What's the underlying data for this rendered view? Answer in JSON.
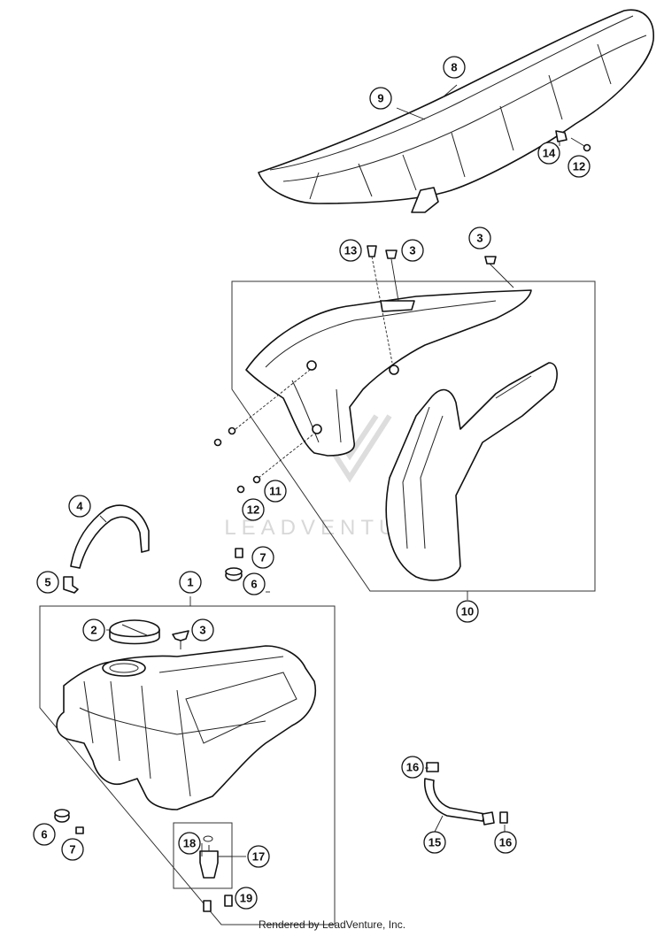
{
  "callouts": [
    {
      "label": "1"
    },
    {
      "label": "2"
    },
    {
      "label": "3"
    },
    {
      "label": "3"
    },
    {
      "label": "3"
    },
    {
      "label": "4"
    },
    {
      "label": "5"
    },
    {
      "label": "6"
    },
    {
      "label": "6"
    },
    {
      "label": "7"
    },
    {
      "label": "7"
    },
    {
      "label": "8"
    },
    {
      "label": "9"
    },
    {
      "label": "10"
    },
    {
      "label": "11"
    },
    {
      "label": "12"
    },
    {
      "label": "12"
    },
    {
      "label": "13"
    },
    {
      "label": "14"
    },
    {
      "label": "15"
    },
    {
      "label": "16"
    },
    {
      "label": "16"
    },
    {
      "label": "17"
    },
    {
      "label": "18"
    },
    {
      "label": "19"
    }
  ],
  "watermark": "LEADVENTURE",
  "footer": "Rendered by LeadVenture, Inc."
}
